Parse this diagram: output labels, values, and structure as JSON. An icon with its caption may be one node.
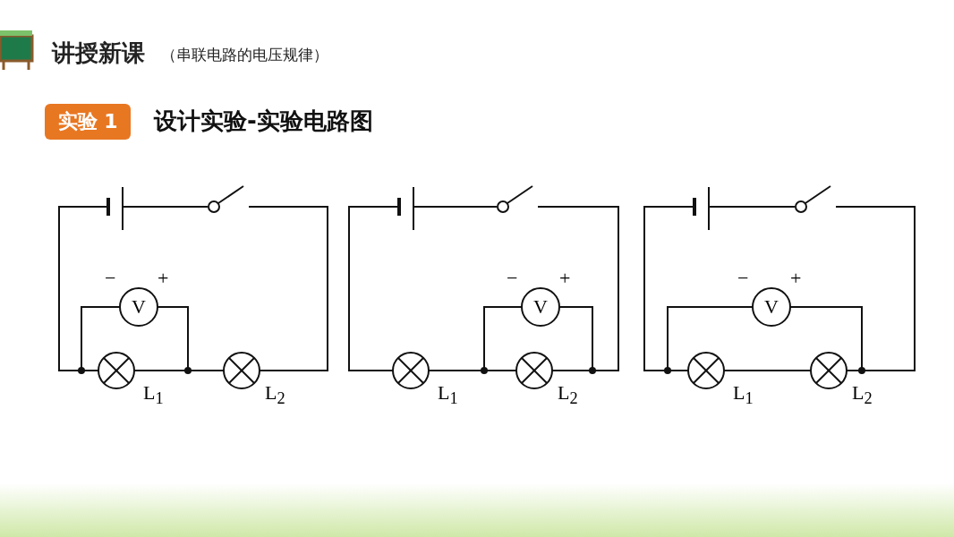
{
  "diagram": {
    "title": "讲授新课",
    "nodes": [
      {
        "text": [
          "实验 1"
        ]
      }
    ],
    "labels": [
      "（串联电路的电压规律）",
      "设计实验-实验电路图",
      "−",
      "+",
      "V",
      "L$_{1}$",
      "L$_{2}$",
      "−",
      "+",
      "V",
      "L$_{1}$",
      "L$_{2}$",
      "−",
      "+",
      "V",
      "L$_{1}$",
      "L$_{2}$"
    ]
  }
}
